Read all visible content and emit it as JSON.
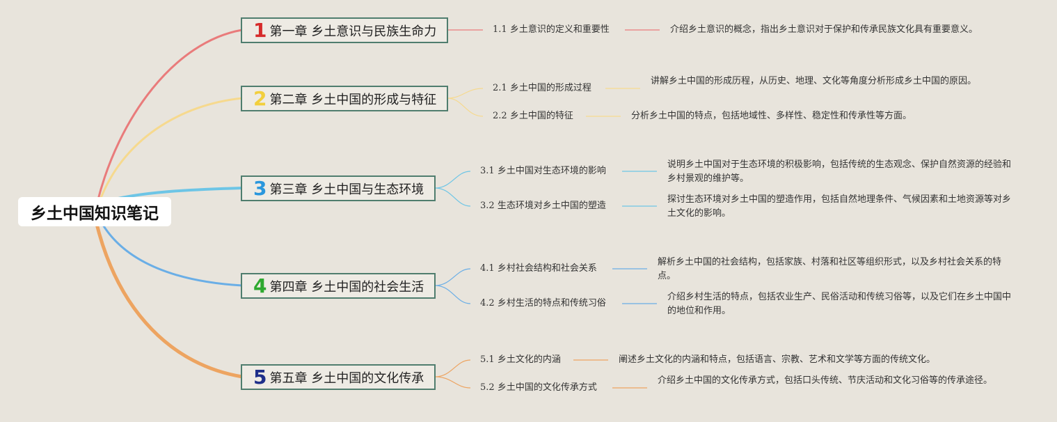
{
  "title": "乡土中国知识笔记",
  "colors": {
    "branch1": "#e97b7b",
    "branch2": "#f6d98e",
    "branch3": "#6dc5e6",
    "branch4": "#6aaee6",
    "branch5": "#eda461",
    "num1": "#d62b2b",
    "num2": "#f2cf3d",
    "num3": "#2a97dd",
    "num4": "#2ea92f",
    "num5": "#1e2f8a",
    "chapter_border": "#4f7d6e"
  },
  "chapters": [
    {
      "num": "1",
      "title": "第一章 乡土意识与民族生命力",
      "sections": [
        {
          "num": "1.1",
          "title": "乡土意识的定义和重要性",
          "desc": "介绍乡土意识的概念，指出乡土意识对于保护和传承民族文化具有重要意义。"
        }
      ]
    },
    {
      "num": "2",
      "title": "第二章 乡土中国的形成与特征",
      "sections": [
        {
          "num": "2.1",
          "title": "乡土中国的形成过程",
          "desc": "讲解乡土中国的形成历程，从历史、地理、文化等角度分析形成乡土中国的原因。"
        },
        {
          "num": "2.2",
          "title": "乡土中国的特征",
          "desc": "分析乡土中国的特点，包括地域性、多样性、稳定性和传承性等方面。"
        }
      ]
    },
    {
      "num": "3",
      "title": "第三章 乡土中国与生态环境",
      "sections": [
        {
          "num": "3.1",
          "title": "乡土中国对生态环境的影响",
          "desc": "说明乡土中国对于生态环境的积极影响，包括传统的生态观念、保护自然资源的经验和乡村景观的维护等。"
        },
        {
          "num": "3.2",
          "title": "生态环境对乡土中国的塑造",
          "desc": "探讨生态环境对乡土中国的塑造作用，包括自然地理条件、气候因素和土地资源等对乡土文化的影响。"
        }
      ]
    },
    {
      "num": "4",
      "title": "第四章 乡土中国的社会生活",
      "sections": [
        {
          "num": "4.1",
          "title": "乡村社会结构和社会关系",
          "desc": "解析乡土中国的社会结构，包括家族、村落和社区等组织形式，以及乡村社会关系的特点。"
        },
        {
          "num": "4.2",
          "title": "乡村生活的特点和传统习俗",
          "desc": "介绍乡村生活的特点，包括农业生产、民俗活动和传统习俗等，以及它们在乡土中国中的地位和作用。"
        }
      ]
    },
    {
      "num": "5",
      "title": "第五章 乡土中国的文化传承",
      "sections": [
        {
          "num": "5.1",
          "title": "乡土文化的内涵",
          "desc": "阐述乡土文化的内涵和特点，包括语言、宗教、艺术和文学等方面的传统文化。"
        },
        {
          "num": "5.2",
          "title": "乡土中国的文化传承方式",
          "desc": "介绍乡土中国的文化传承方式，包括口头传统、节庆活动和文化习俗等的传承途径。"
        }
      ]
    }
  ]
}
